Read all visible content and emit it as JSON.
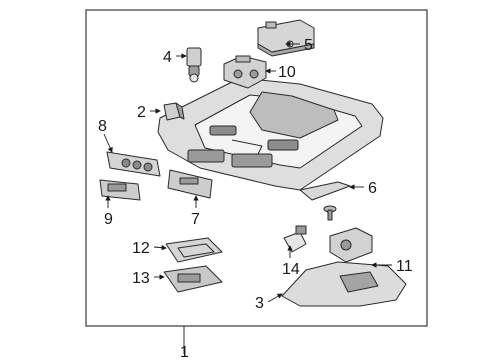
{
  "callouts": [
    "1",
    "2",
    "3",
    "4",
    "5",
    "6",
    "7",
    "8",
    "9",
    "10",
    "11",
    "12",
    "13",
    "14"
  ],
  "colors": {
    "line": "#2a2a2a",
    "part_fill": "#d9d9d9",
    "part_dark": "#8c8c8c",
    "background": "#ffffff"
  }
}
